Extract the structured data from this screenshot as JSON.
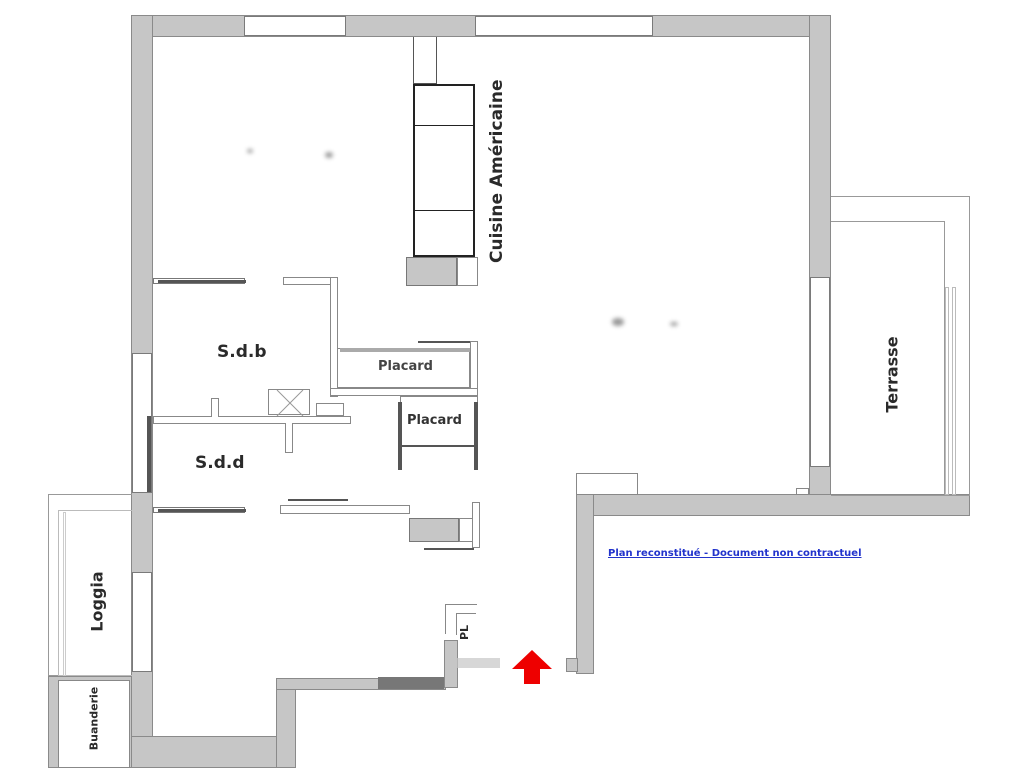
{
  "plan": {
    "rooms": {
      "cuisine": "Cuisine Américaine",
      "sdb": "S.d.b",
      "sdd": "S.d.d",
      "placard1": "Placard",
      "placard2": "Placard",
      "terrasse": "Terrasse",
      "loggia": "Loggia",
      "buanderie": "Buanderie",
      "pl": "PL"
    },
    "disclaimer": "Plan reconstitué - Document non contractuel",
    "entrance_arrow": "entrance-arrow",
    "colors": {
      "wall": "#c6c6c6",
      "wall_outline": "#8a8a8a",
      "entrance_arrow": "#ee0000",
      "disclaimer_link": "#2233cc"
    }
  }
}
